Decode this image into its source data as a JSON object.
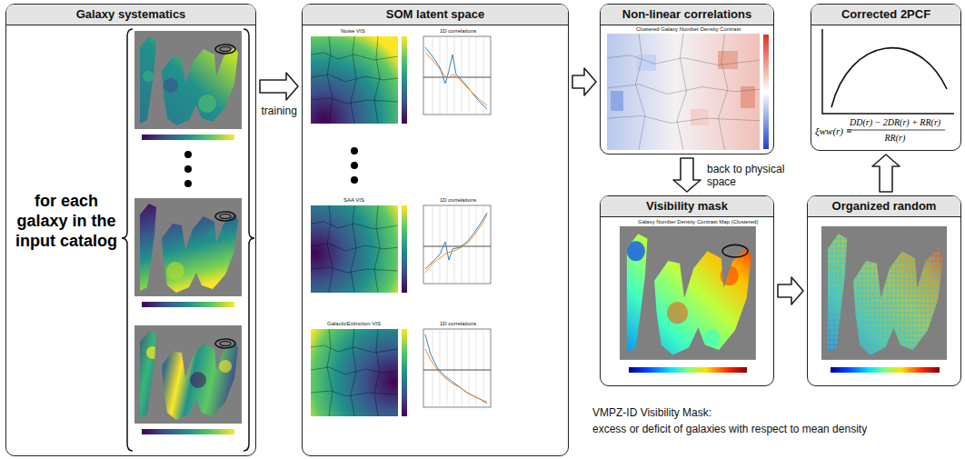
{
  "diagram": {
    "nodes": [
      {
        "text": [
          "Galaxy systematics",
          "for each galaxy in the input catalog"
        ]
      },
      {
        "text": [
          "SOM latent space"
        ]
      },
      {
        "text": [
          "Non-linear correlations"
        ]
      },
      {
        "text": [
          "Corrected 2PCF",
          "ξww(r) ≡",
          "DD(r) − 2DR(r) + RR(r)",
          "RR(r)"
        ]
      },
      {
        "text": [
          "Visibility mask"
        ]
      },
      {
        "text": [
          "Organized random"
        ]
      }
    ],
    "edges": [
      {
        "from": 0,
        "to": 1,
        "label": "training",
        "arrow": "to"
      },
      {
        "from": 1,
        "to": 2,
        "arrow": "to"
      },
      {
        "from": 2,
        "to": 4,
        "label": "back to physical space",
        "arrow": "to"
      },
      {
        "from": 4,
        "to": 5,
        "arrow": "to"
      },
      {
        "from": 5,
        "to": 3,
        "arrow": "to"
      }
    ],
    "labels": [
      "VMPZ-ID Visibility Mask:",
      "excess or deficit of galaxies with respect to mean density",
      "Noise VIS",
      "1D correlations",
      "SAA VIS",
      "1D correlations",
      "GalacticExtinction VIS",
      "1D correlations",
      "Clustered Galaxy Number Density Contrast",
      "Galaxy Number Density Contrast Map (Clustered)"
    ]
  }
}
